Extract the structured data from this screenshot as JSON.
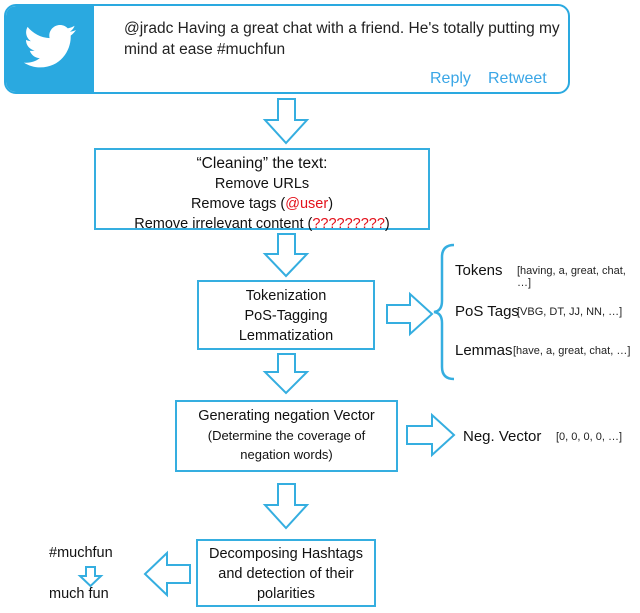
{
  "tweet": {
    "text": "@jradc Having a great chat with a friend. He's totally putting my mind at ease #muchfun",
    "reply_label": "Reply",
    "retweet_label": "Retweet",
    "logo_icon": "twitter-bird-icon"
  },
  "cleaning": {
    "title": "“Cleaning” the text:",
    "line1": "Remove URLs",
    "line2_prefix": "Remove tags (",
    "line2_highlight": "@user",
    "line2_suffix": ")",
    "line3_prefix": "Remove irrelevant content (",
    "line3_highlight": "?????????",
    "line3_suffix": ")"
  },
  "nlp": {
    "line1": "Tokenization",
    "line2": "PoS-Tagging",
    "line3": "Lemmatization"
  },
  "outputs": {
    "tokens_label": "Tokens",
    "tokens_value": "[having, a, great, chat, …]",
    "pos_label": "PoS Tags",
    "pos_value": "[VBG, DT, JJ, NN, …]",
    "lemmas_label": "Lemmas",
    "lemmas_value": "[have, a, great, chat, …]"
  },
  "negation": {
    "title": "Generating negation Vector",
    "sub1": "(Determine the coverage of",
    "sub2": "negation words)",
    "vector_label": "Neg. Vector",
    "vector_value": "[0, 0, 0, 0, …]"
  },
  "hashtag": {
    "line1": "Decomposing Hashtags",
    "line2": "and detection of their",
    "line3": "polarities",
    "tag": "#muchfun",
    "split": "much fun"
  },
  "colors": {
    "twitter_blue": "#2aa9e0",
    "box_border": "#35aee0",
    "arrow": "#35aee0",
    "highlight_red": "#e3111b"
  }
}
